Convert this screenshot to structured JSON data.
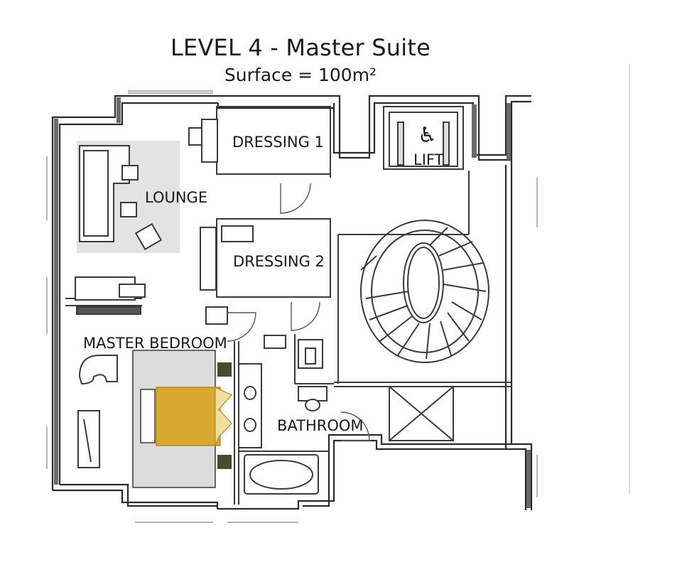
{
  "header": {
    "title": "LEVEL 4 - Master Suite",
    "subtitle": "Surface = 100m²"
  },
  "rooms": {
    "dressing_1": "DRESSING 1",
    "dressing_2": "DRESSING 2",
    "lounge": "LOUNGE",
    "master_bedroom": "MASTER BEDROOM",
    "bathroom": "BATHROOM",
    "lift": "LIFT"
  },
  "icons": {
    "lift_symbol": "wheelchair-icon"
  },
  "colors": {
    "wall": "#2a2a2a",
    "bed_accent": "#d9a82e",
    "floor_grey": "#e3e3e3",
    "bed_grey": "#dcdcdc",
    "nightstand": "#4a4a30"
  }
}
